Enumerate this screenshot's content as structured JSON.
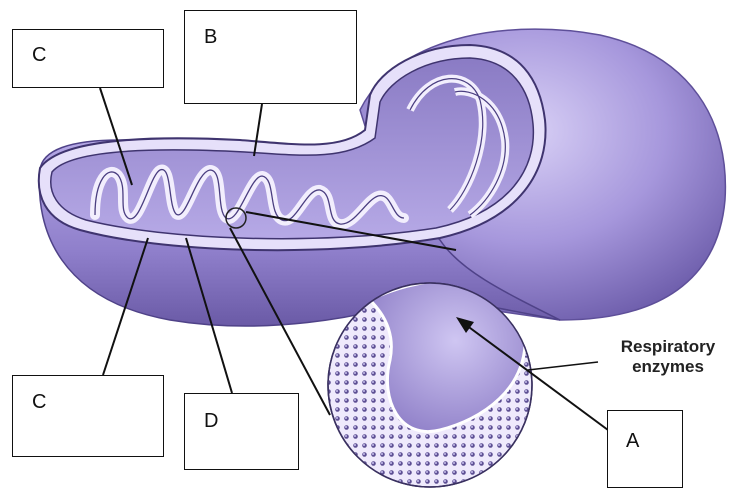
{
  "labels": {
    "c_top": "C",
    "b_top": "B",
    "c_bottom": "C",
    "d_bottom": "D",
    "a_bottom": "A"
  },
  "annotation": {
    "line1": "Respiratory",
    "line2": "enzymes"
  },
  "colors": {
    "membrane_dark": "#6a5aa8",
    "membrane_mid": "#9a8ad2",
    "membrane_light": "#c8bff0",
    "inner_fill": "#b6a9e6"
  }
}
